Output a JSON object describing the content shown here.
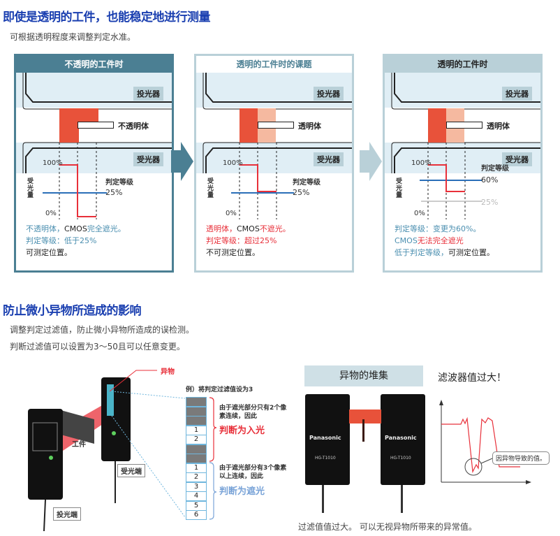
{
  "section1": {
    "title": "即使是透明的工件，也能稳定地进行测量",
    "subtitle": "可根据透明程度来调整判定水准。",
    "panels": [
      {
        "header": "不透明的工件时",
        "emitter_label": "投光器",
        "receiver_label": "受光器",
        "object_label": "不透明体",
        "y_axis_label": "受光量",
        "y_top": "100%",
        "y_bottom": "0%",
        "threshold_title": "判定等级",
        "threshold_value": "25%",
        "threshold_old_value": "",
        "notes": [
          {
            "parts": [
              {
                "text": "不透明体，",
                "color": "blue"
              },
              {
                "text": "CMOS",
                "color": "black"
              },
              {
                "text": "完全遮光。",
                "color": "blue"
              }
            ]
          },
          {
            "parts": [
              {
                "text": "判定等级：低于25%",
                "color": "blue"
              }
            ]
          },
          {
            "parts": [
              {
                "text": "可测定位置。",
                "color": "black"
              }
            ]
          }
        ]
      },
      {
        "header": "透明的工件时的课题",
        "emitter_label": "投光器",
        "receiver_label": "受光器",
        "object_label": "透明体",
        "y_axis_label": "受光量",
        "y_top": "100%",
        "y_bottom": "0%",
        "threshold_title": "判定等级",
        "threshold_value": "25%",
        "threshold_old_value": "",
        "notes": [
          {
            "parts": [
              {
                "text": "透明体，",
                "color": "red"
              },
              {
                "text": "CMOS",
                "color": "black"
              },
              {
                "text": "不遮光。",
                "color": "red"
              }
            ]
          },
          {
            "parts": [
              {
                "text": "判定等级：超过25%",
                "color": "red"
              }
            ]
          },
          {
            "parts": [
              {
                "text": "不可测定位置。",
                "color": "black"
              }
            ]
          }
        ]
      },
      {
        "header": "透明的工件时",
        "emitter_label": "投光器",
        "receiver_label": "受光器",
        "object_label": "透明体",
        "y_axis_label": "受光量",
        "y_top": "100%",
        "y_bottom": "0%",
        "threshold_title": "判定等级",
        "threshold_value": "60%",
        "threshold_old_value": "25%",
        "notes": [
          {
            "parts": [
              {
                "text": "判定等级：变更为60%。",
                "color": "blue"
              }
            ]
          },
          {
            "parts": [
              {
                "text": "CMOS",
                "color": "blue"
              },
              {
                "text": "无法完全遮光",
                "color": "red"
              }
            ]
          },
          {
            "parts": [
              {
                "text": "低于判定等级，",
                "color": "blue"
              },
              {
                "text": "可测定位置。",
                "color": "black"
              }
            ]
          }
        ]
      }
    ]
  },
  "section2": {
    "title": "防止微小异物所造成的影响",
    "lines": [
      "调整判定过滤值，防止微小异物所造成的误检测。",
      "判断过滤值可以设置为3～50且可以任意变更。"
    ],
    "diagram": {
      "foreign_label": "异物",
      "work_label": "工件",
      "receiver_label": "受光端",
      "emitter_label": "投光端",
      "example_title": "例）将判定过滤值设为3",
      "pixels": [
        "",
        "",
        "",
        "1",
        "2",
        "",
        "",
        "1",
        "2",
        "3",
        "4",
        "5",
        "6"
      ],
      "pixel_shaded": [
        true,
        true,
        true,
        false,
        false,
        true,
        true,
        false,
        false,
        false,
        false,
        false,
        false
      ],
      "group1_desc": "由于遮光部分只有2个像素连续，因此",
      "group1_result": "判断为入光",
      "group2_desc": "由于遮光部分有3个像素以上连续，因此",
      "group2_result": "判断为遮光"
    },
    "pileup": {
      "title": "异物的堆集",
      "brand": "Panasonic",
      "left_model": "HG-T1010",
      "right_model": "HG-T1010"
    },
    "filter_graph": {
      "title": "滤波器值过大！",
      "callout": "因异物导致的值。"
    },
    "caption": "过滤值值过大。 可以无视异物所带来的异常值。"
  },
  "colors": {
    "title_blue": "#1a3fb0",
    "teal": "#4b7f93",
    "teal_light": "#b9d0d8",
    "sensor_bg": "#e0eef5",
    "beam": "#e8523a",
    "beam_light": "#f5b9a0",
    "signal_red": "#e8303a",
    "threshold_blue": "#2a6fb8"
  }
}
